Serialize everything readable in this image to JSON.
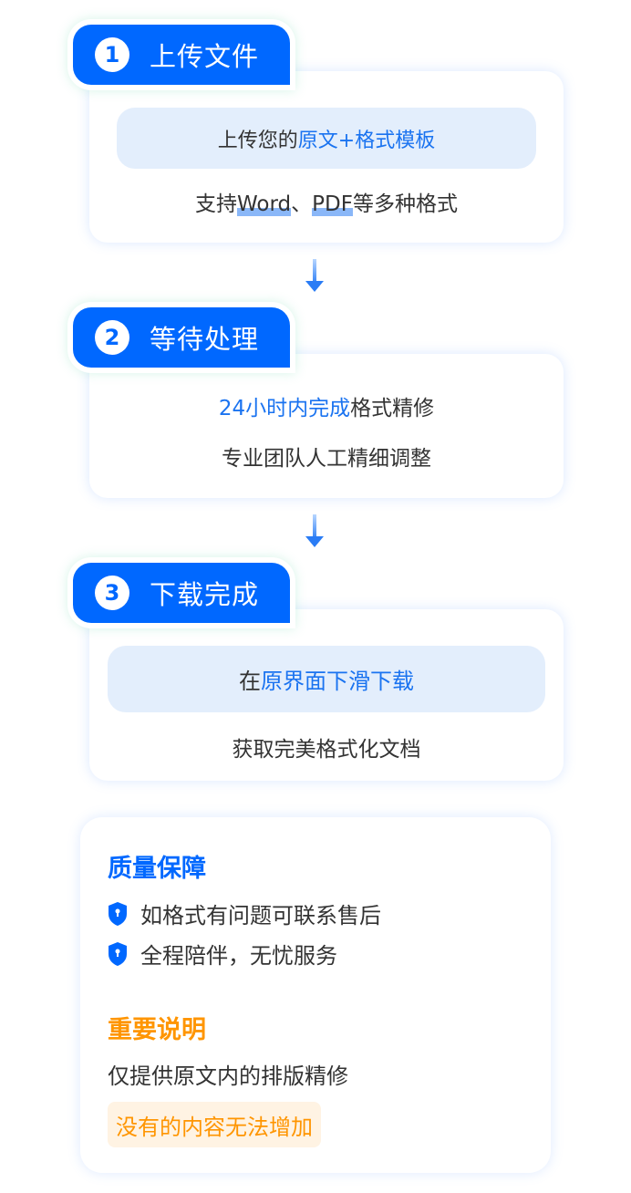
{
  "steps": [
    {
      "number": "1",
      "title": "上传文件",
      "pill_prefix": "上传您的",
      "pill_highlight": "原文+格式模板",
      "line_a": "支持",
      "line_word": "Word",
      "line_sep": "、",
      "line_pdf": "PDF",
      "line_b": "等多种格式"
    },
    {
      "number": "2",
      "title": "等待处理",
      "line1_highlight": "24小时内完成",
      "line1_rest": "格式精修",
      "line2": "专业团队人工精细调整"
    },
    {
      "number": "3",
      "title": "下载完成",
      "pill_prefix": "在",
      "pill_highlight": "原界面下滑下载",
      "line": "获取完美格式化文档"
    }
  ],
  "quality": {
    "title": "质量保障",
    "items": [
      "如格式有问题可联系售后",
      "全程陪伴，无忧服务"
    ]
  },
  "notice": {
    "title": "重要说明",
    "text": "仅提供原文内的排版精修",
    "warning": "没有的内容无法增加"
  },
  "colors": {
    "primary": "#0068ff",
    "warning": "#ff9500"
  }
}
